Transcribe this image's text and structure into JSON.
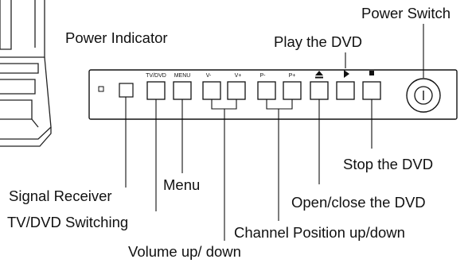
{
  "panel": {
    "button_labels": {
      "tvdvd": "TV/DVD",
      "menu": "MENU",
      "vol_down": "V-",
      "vol_up": "V+",
      "prog_down": "P-",
      "prog_up": "P+"
    }
  },
  "callouts": {
    "power_switch": "Power Switch",
    "power_indicator": "Power Indicator",
    "play": "Play the DVD",
    "stop": "Stop the DVD",
    "menu": "Menu",
    "signal_receiver": "Signal Receiver",
    "open_close": "Open/close the DVD",
    "tvdvd_switching": "TV/DVD Switching",
    "channel": "Channel Position up/down",
    "volume": "Volume up/ down"
  },
  "icons": [
    "eject-icon",
    "play-icon",
    "stop-icon",
    "power-icon"
  ]
}
